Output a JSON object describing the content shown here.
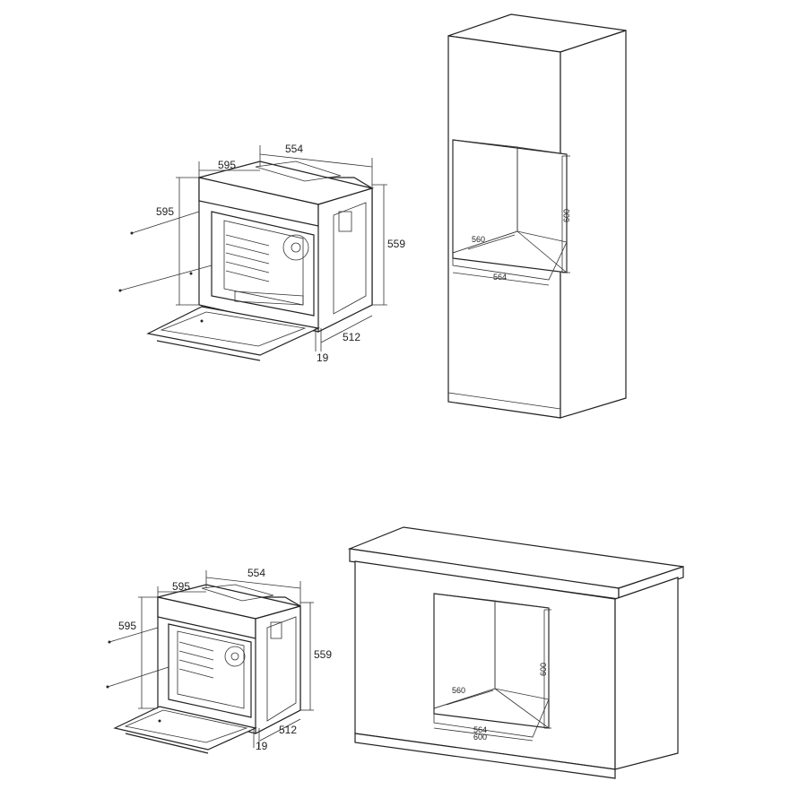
{
  "oven_dimensions": {
    "depth": "554",
    "width": "595",
    "height": "595",
    "side_height": "559",
    "inner_depth": "512",
    "door_thickness": "19"
  },
  "tall_cabinet": {
    "niche_width_rear": "560",
    "niche_width_front": "564",
    "niche_height": "600"
  },
  "base_cabinet": {
    "niche_width_rear": "560",
    "niche_width_front": "564",
    "niche_height": "600",
    "cabinet_width": "600"
  }
}
